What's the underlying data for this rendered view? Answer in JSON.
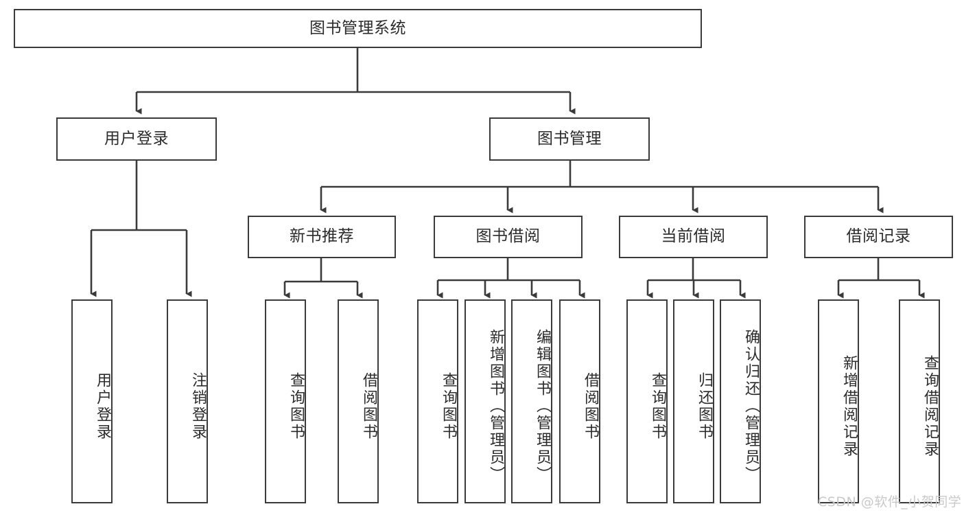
{
  "diagram": {
    "title_node": {
      "label": "图书管理系统"
    },
    "level1": [
      {
        "label": "用户登录"
      },
      {
        "label": "图书管理"
      }
    ],
    "level2": [
      {
        "label": "新书推荐"
      },
      {
        "label": "图书借阅"
      },
      {
        "label": "当前借阅"
      },
      {
        "label": "借阅记录"
      }
    ],
    "leaves": {
      "user_login": [
        {
          "label": "用户登录"
        },
        {
          "label": "注销登录"
        }
      ],
      "new_book_recommend": [
        {
          "label": "查询图书"
        },
        {
          "label": "借阅图书"
        }
      ],
      "book_borrow": [
        {
          "label": "查询图书"
        },
        {
          "label": "新增图书（管理员）"
        },
        {
          "label": "编辑图书（管理员）"
        },
        {
          "label": "借阅图书"
        }
      ],
      "current_borrow": [
        {
          "label": "查询图书"
        },
        {
          "label": "归还图书"
        },
        {
          "label": "确认归还（管理员）"
        }
      ],
      "borrow_record": [
        {
          "label": "新增借阅记录"
        },
        {
          "label": "查询借阅记录"
        }
      ]
    },
    "watermark": {
      "text": "CSDN @软件_小贺同学"
    },
    "colors": {
      "stroke": "#3a3a3a",
      "fill": "#ffffff",
      "text": "#2b2b2b",
      "watermark": "#c9c9c9"
    }
  }
}
